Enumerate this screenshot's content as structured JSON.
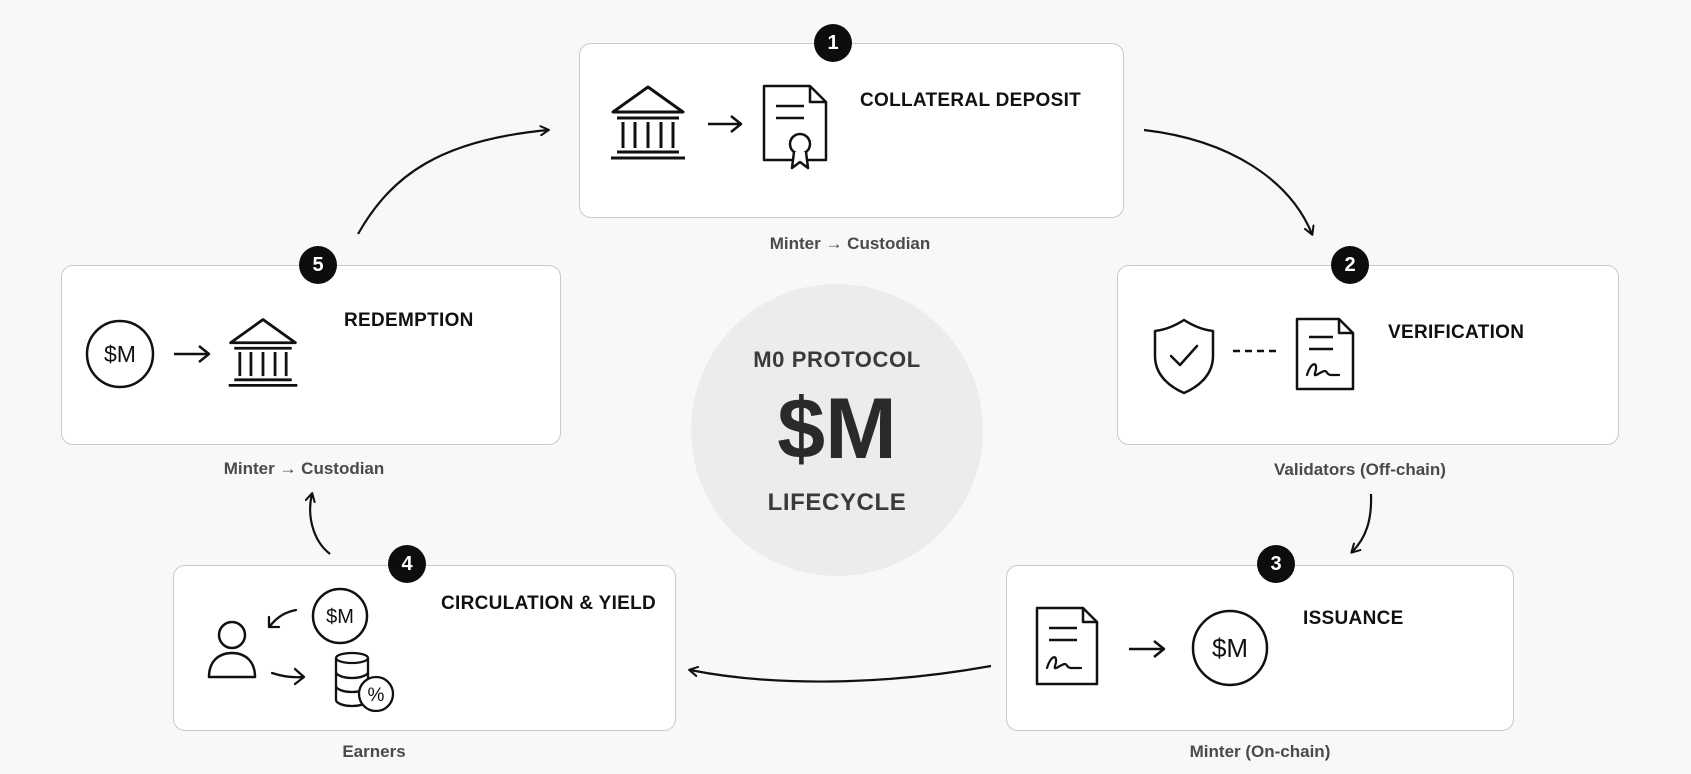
{
  "center": {
    "top_label": "M0 PROTOCOL",
    "main_label": "$M",
    "bottom_label": "LIFECYCLE"
  },
  "steps": [
    {
      "number": "1",
      "title": "COLLATERAL DEPOSIT",
      "caption": "Minter → Custodian",
      "icons": [
        "bank-icon",
        "arrow-right-icon",
        "certificate-icon"
      ]
    },
    {
      "number": "2",
      "title": "VERIFICATION",
      "caption": "Validators (Off-chain)",
      "icons": [
        "shield-check-icon",
        "dashed-link-icon",
        "signed-document-icon"
      ]
    },
    {
      "number": "3",
      "title": "ISSUANCE",
      "caption": "Minter (On-chain)",
      "icons": [
        "signed-document-icon",
        "arrow-right-icon",
        "m-coin-icon"
      ]
    },
    {
      "number": "4",
      "title": "CIRCULATION & YIELD",
      "caption": "Earners",
      "icons": [
        "user-icon",
        "m-coin-icon",
        "coin-stack-percent-icon"
      ]
    },
    {
      "number": "5",
      "title": "REDEMPTION",
      "caption": "Minter → Custodian",
      "icons": [
        "m-coin-icon",
        "arrow-right-icon",
        "bank-icon"
      ]
    }
  ],
  "coin_label": "$M",
  "percent_symbol": "%",
  "colors": {
    "ink": "#111111",
    "card_border": "#c9c9c9",
    "hub_fill": "#ececec",
    "background": "#f8f8f8"
  }
}
